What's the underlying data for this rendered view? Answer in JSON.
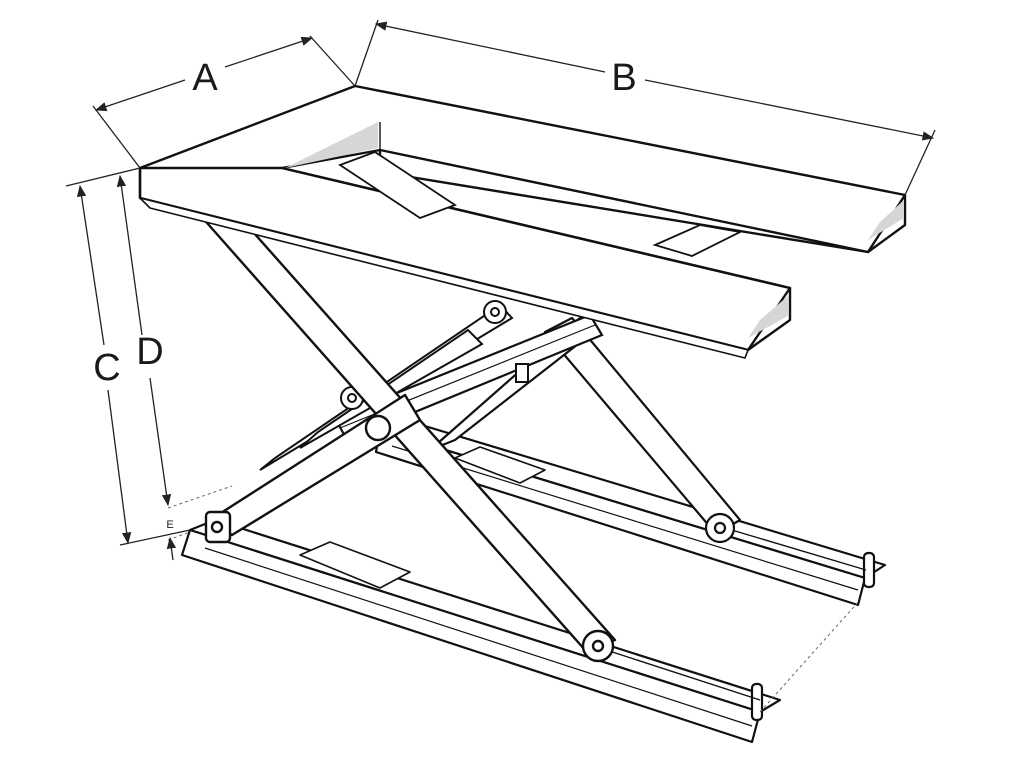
{
  "dimensions": {
    "a": "A",
    "b": "B",
    "c": "C",
    "d": "D",
    "e": "E"
  },
  "colors": {
    "stroke": "#111111",
    "fill": "#ffffff",
    "shade": "#d6d6d6",
    "dim": "#222222"
  }
}
